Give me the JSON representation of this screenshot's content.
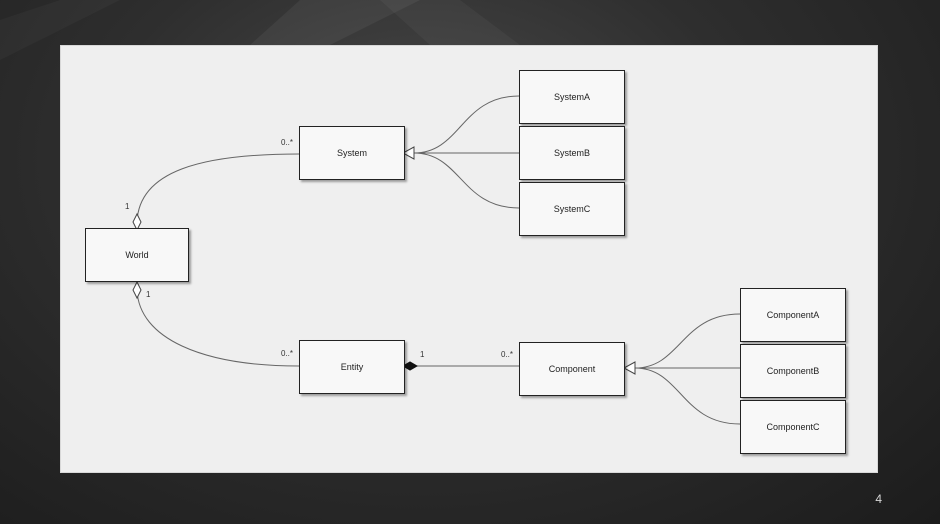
{
  "slide": {
    "page_number": "4"
  },
  "diagram": {
    "classes": {
      "world": "World",
      "system": "System",
      "system_a": "SystemA",
      "system_b": "SystemB",
      "system_c": "SystemC",
      "entity": "Entity",
      "component": "Component",
      "component_a": "ComponentA",
      "component_b": "ComponentB",
      "component_c": "ComponentC"
    },
    "multiplicities": {
      "world_system_world_end": "1",
      "world_system_system_end": "0..*",
      "world_entity_world_end": "1",
      "world_entity_entity_end": "0..*",
      "entity_component_entity_end": "1",
      "entity_component_component_end": "0..*"
    },
    "relations": [
      {
        "from": "World",
        "to": "System",
        "kind": "aggregation"
      },
      {
        "from": "World",
        "to": "Entity",
        "kind": "aggregation"
      },
      {
        "from": "Entity",
        "to": "Component",
        "kind": "composition"
      },
      {
        "from": "SystemA",
        "to": "System",
        "kind": "generalization"
      },
      {
        "from": "SystemB",
        "to": "System",
        "kind": "generalization"
      },
      {
        "from": "SystemC",
        "to": "System",
        "kind": "generalization"
      },
      {
        "from": "ComponentA",
        "to": "Component",
        "kind": "generalization"
      },
      {
        "from": "ComponentB",
        "to": "Component",
        "kind": "generalization"
      },
      {
        "from": "ComponentC",
        "to": "Component",
        "kind": "generalization"
      }
    ]
  }
}
